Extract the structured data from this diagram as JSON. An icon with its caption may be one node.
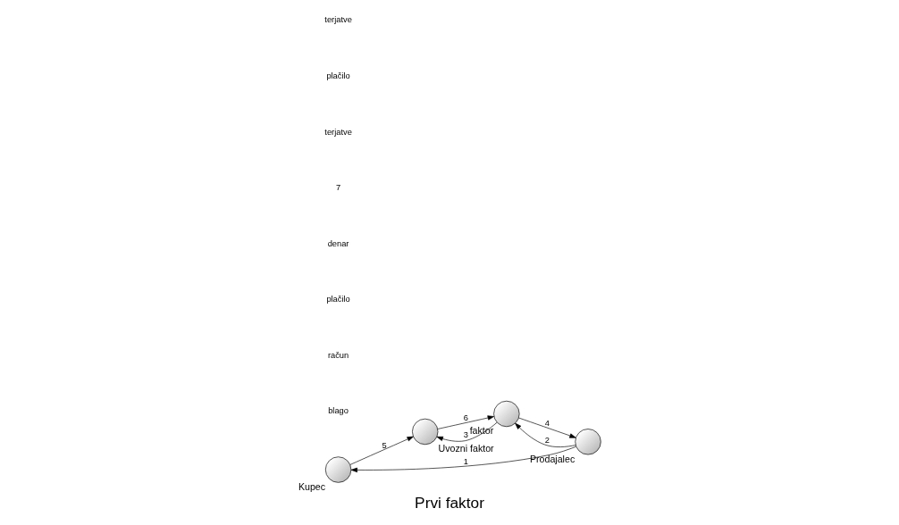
{
  "diagram": {
    "caption": "Prvi faktor",
    "nodes": [
      {
        "text": [
          "Kupec"
        ]
      },
      {
        "text": [
          "Prodajalec"
        ]
      },
      {
        "text": [
          "faktor"
        ]
      },
      {
        "text": [
          "Uvozni faktor"
        ]
      }
    ],
    "edges": [
      {
        "from": 1,
        "to": 0,
        "arrow": "to",
        "label": "1"
      },
      {
        "from": 0,
        "to": 3,
        "arrow": "to",
        "label": "5"
      },
      {
        "from": 2,
        "to": 1,
        "arrow": "to",
        "label": "4"
      },
      {
        "from": 1,
        "to": 2,
        "arrow": "to",
        "label": "2"
      },
      {
        "from": 3,
        "to": 2,
        "arrow": "to",
        "label": "6"
      },
      {
        "from": 2,
        "to": 3,
        "arrow": "to",
        "label": "3"
      }
    ],
    "labels": [
      "blago",
      "račun",
      "plačilo",
      "denar",
      "7",
      "terjatve",
      "plačilo",
      "terjatve"
    ]
  }
}
